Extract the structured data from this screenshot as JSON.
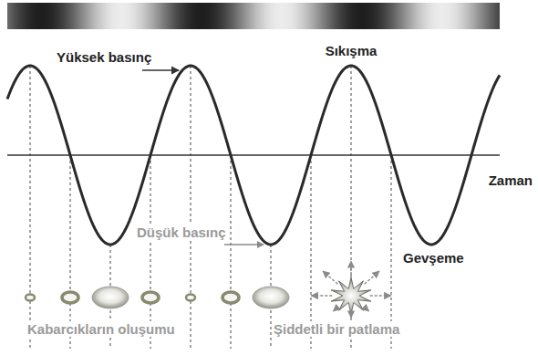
{
  "diagram": {
    "labels": [
      "Yüksek basınç",
      "Sıkışma",
      "Zaman",
      "Düşük basınç",
      "Gevşeme",
      "Kabarcıkların oluşumu",
      "Şiddetli bir patlama"
    ]
  }
}
